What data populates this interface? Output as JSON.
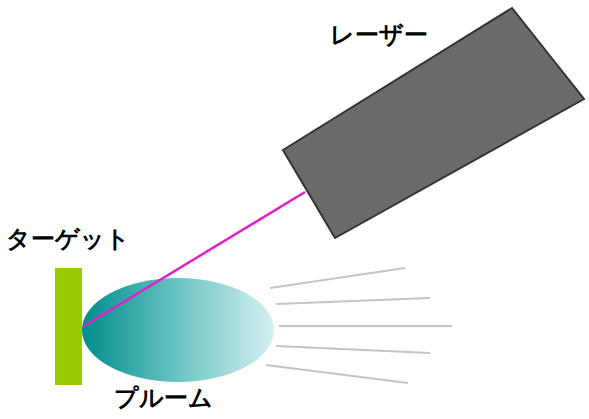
{
  "diagram": {
    "labels": [
      "レーザー",
      "ターゲット",
      "プルーム"
    ]
  }
}
